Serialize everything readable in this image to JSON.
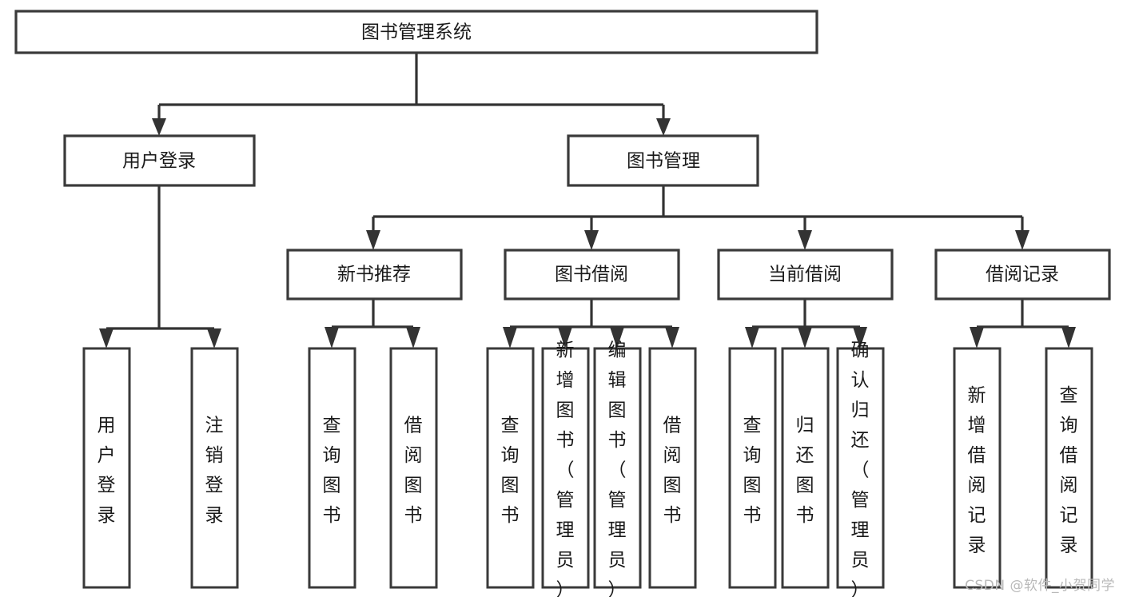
{
  "diagram": {
    "type": "tree-hierarchy-chart",
    "title_text": "图书管理系统",
    "watermark": "CSDN @软件_小贺同学",
    "colors": {
      "box_stroke": "#3a3a3a",
      "edge_stroke": "#333333",
      "box_fill": "#ffffff",
      "text": "#1a1a1a",
      "watermark": "#b9b9b9",
      "background": "#ffffff"
    },
    "root": {
      "label": "图书管理系统"
    },
    "level2": [
      {
        "id": "user-login",
        "label": "用户登录"
      },
      {
        "id": "book-management",
        "label": "图书管理"
      }
    ],
    "level3": [
      {
        "id": "new-book-recommend",
        "label": "新书推荐",
        "parent": "book-management"
      },
      {
        "id": "book-borrow",
        "label": "图书借阅",
        "parent": "book-management"
      },
      {
        "id": "current-borrow",
        "label": "当前借阅",
        "parent": "book-management"
      },
      {
        "id": "borrow-record",
        "label": "借阅记录",
        "parent": "book-management"
      }
    ],
    "leaves": {
      "user-login": [
        {
          "id": "leaf-user-login",
          "label": "用户登录"
        },
        {
          "id": "leaf-logout-login",
          "label": "注销登录"
        }
      ],
      "new-book-recommend": [
        {
          "id": "leaf-query-book-1",
          "label": "查询图书"
        },
        {
          "id": "leaf-borrow-book-1",
          "label": "借阅图书"
        }
      ],
      "book-borrow": [
        {
          "id": "leaf-query-book-2",
          "label": "查询图书"
        },
        {
          "id": "leaf-add-book-admin",
          "label": "新增图书（管理员）"
        },
        {
          "id": "leaf-edit-book-admin",
          "label": "编辑图书（管理员）"
        },
        {
          "id": "leaf-borrow-book-2",
          "label": "借阅图书"
        }
      ],
      "current-borrow": [
        {
          "id": "leaf-query-book-3",
          "label": "查询图书"
        },
        {
          "id": "leaf-return-book",
          "label": "归还图书"
        },
        {
          "id": "leaf-confirm-return-admin",
          "label": "确认归还（管理员）"
        }
      ],
      "borrow-record": [
        {
          "id": "leaf-add-borrow-record",
          "label": "新增借阅记录"
        },
        {
          "id": "leaf-query-borrow-record",
          "label": "查询借阅记录"
        }
      ]
    }
  }
}
